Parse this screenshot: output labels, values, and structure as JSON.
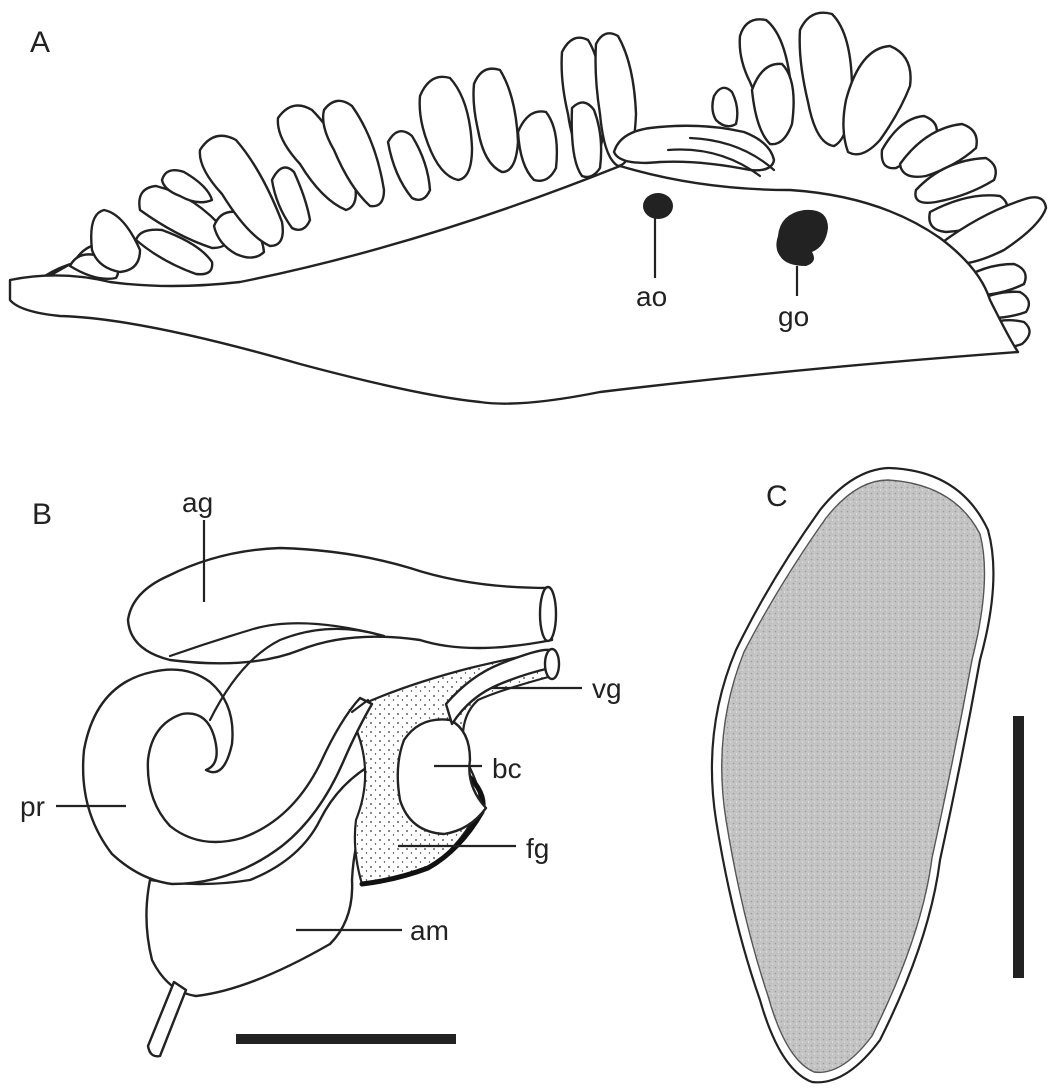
{
  "panels": {
    "a": {
      "letter": "A",
      "labels": {
        "ao": "ao",
        "go": "go"
      }
    },
    "b": {
      "letter": "B",
      "labels": {
        "ag": "ag",
        "vg": "vg",
        "bc": "bc",
        "pr": "pr",
        "fg": "fg",
        "am": "am"
      }
    },
    "c": {
      "letter": "C"
    }
  },
  "colors": {
    "ink": "#222222",
    "stipple": "#c8c8c8",
    "background": "#ffffff"
  }
}
